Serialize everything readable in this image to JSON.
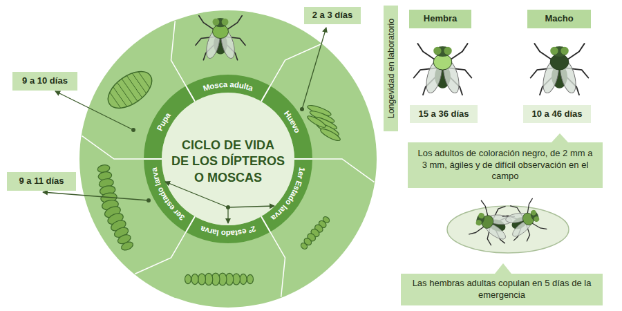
{
  "diagram": {
    "title": "CICLO DE VIDA DE LOS DÍPTEROS O MOSCAS",
    "nodes": [
      {
        "text": [
          "2 a 3 días"
        ]
      },
      {
        "text": [
          "Longevidad en laboratorio"
        ]
      },
      {
        "text": [
          "Hembra"
        ]
      },
      {
        "text": [
          "Macho"
        ]
      },
      {
        "text": [
          "9 a 10 días"
        ]
      },
      {
        "text": [
          "15 a 36 días"
        ]
      },
      {
        "text": [
          "10 a 46 días"
        ]
      },
      {
        "text": [
          "Los adultos de coloración negro, de 2 mm a 3 mm, ágiles y de difícil observación en el campo"
        ]
      },
      {
        "text": [
          "9 a 11 días"
        ]
      },
      {
        "text": [
          "Las hembras adultas copulan en 5 días de la emergencia"
        ]
      }
    ],
    "labels": [
      "Mosca adulta",
      "Huevo",
      "1er Estado larva",
      "2º estado larva",
      "3er estado larva",
      "Pupa"
    ]
  }
}
